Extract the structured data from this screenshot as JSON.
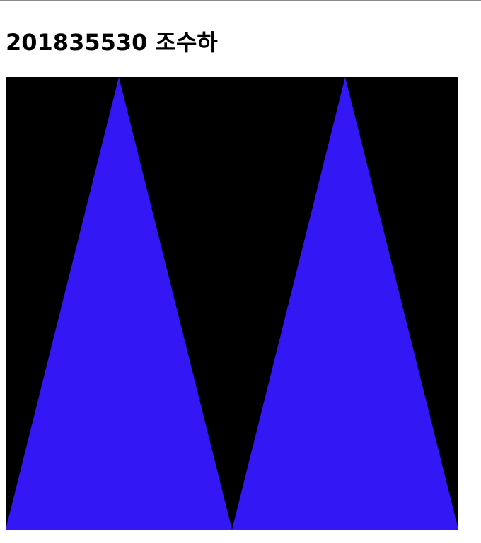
{
  "page": {
    "title": "201835530 조수하"
  },
  "canvas": {
    "background_color": "#000000",
    "fill_color": "#3318f5",
    "shapes": [
      {
        "name": "left-triangle"
      },
      {
        "name": "right-triangle"
      }
    ]
  }
}
